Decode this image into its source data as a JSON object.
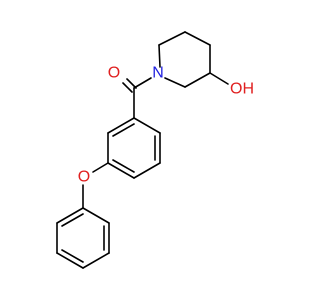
{
  "molecule": {
    "atoms": {
      "carbonyl_oxygen": {
        "symbol": "O",
        "color": "#e02020"
      },
      "ring_nitrogen": {
        "symbol": "N",
        "color": "#2020e0"
      },
      "hydroxyl": {
        "symbol": "OH",
        "color": "#e02020"
      },
      "ether_oxygen": {
        "symbol": "O",
        "color": "#e02020"
      }
    },
    "bond_color": "#000000"
  }
}
